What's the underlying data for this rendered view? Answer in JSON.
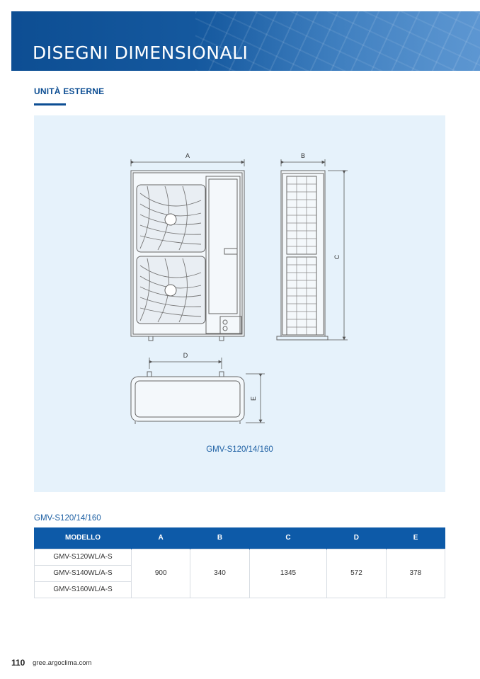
{
  "header": {
    "title": "DISEGNI DIMENSIONALI"
  },
  "section": {
    "title": "UNITÀ ESTERNE"
  },
  "drawing": {
    "labels": {
      "a": "A",
      "b": "B",
      "c": "C",
      "d": "D",
      "e": "E"
    },
    "caption": "GMV-S120/14/160"
  },
  "table": {
    "caption": "GMV-S120/14/160",
    "headers": [
      "MODELLO",
      "A",
      "B",
      "C",
      "D",
      "E"
    ],
    "models": [
      "GMV-S120WL/A-S",
      "GMV-S140WL/A-S",
      "GMV-S160WL/A-S"
    ],
    "values": {
      "a": "900",
      "b": "340",
      "c": "1345",
      "d": "572",
      "e": "378"
    }
  },
  "footer": {
    "page": "110",
    "url": "gree.argoclima.com"
  },
  "colors": {
    "brand_blue": "#0d4e93",
    "panel_bg": "#e6f2fb",
    "table_header": "#0d5aa8"
  }
}
